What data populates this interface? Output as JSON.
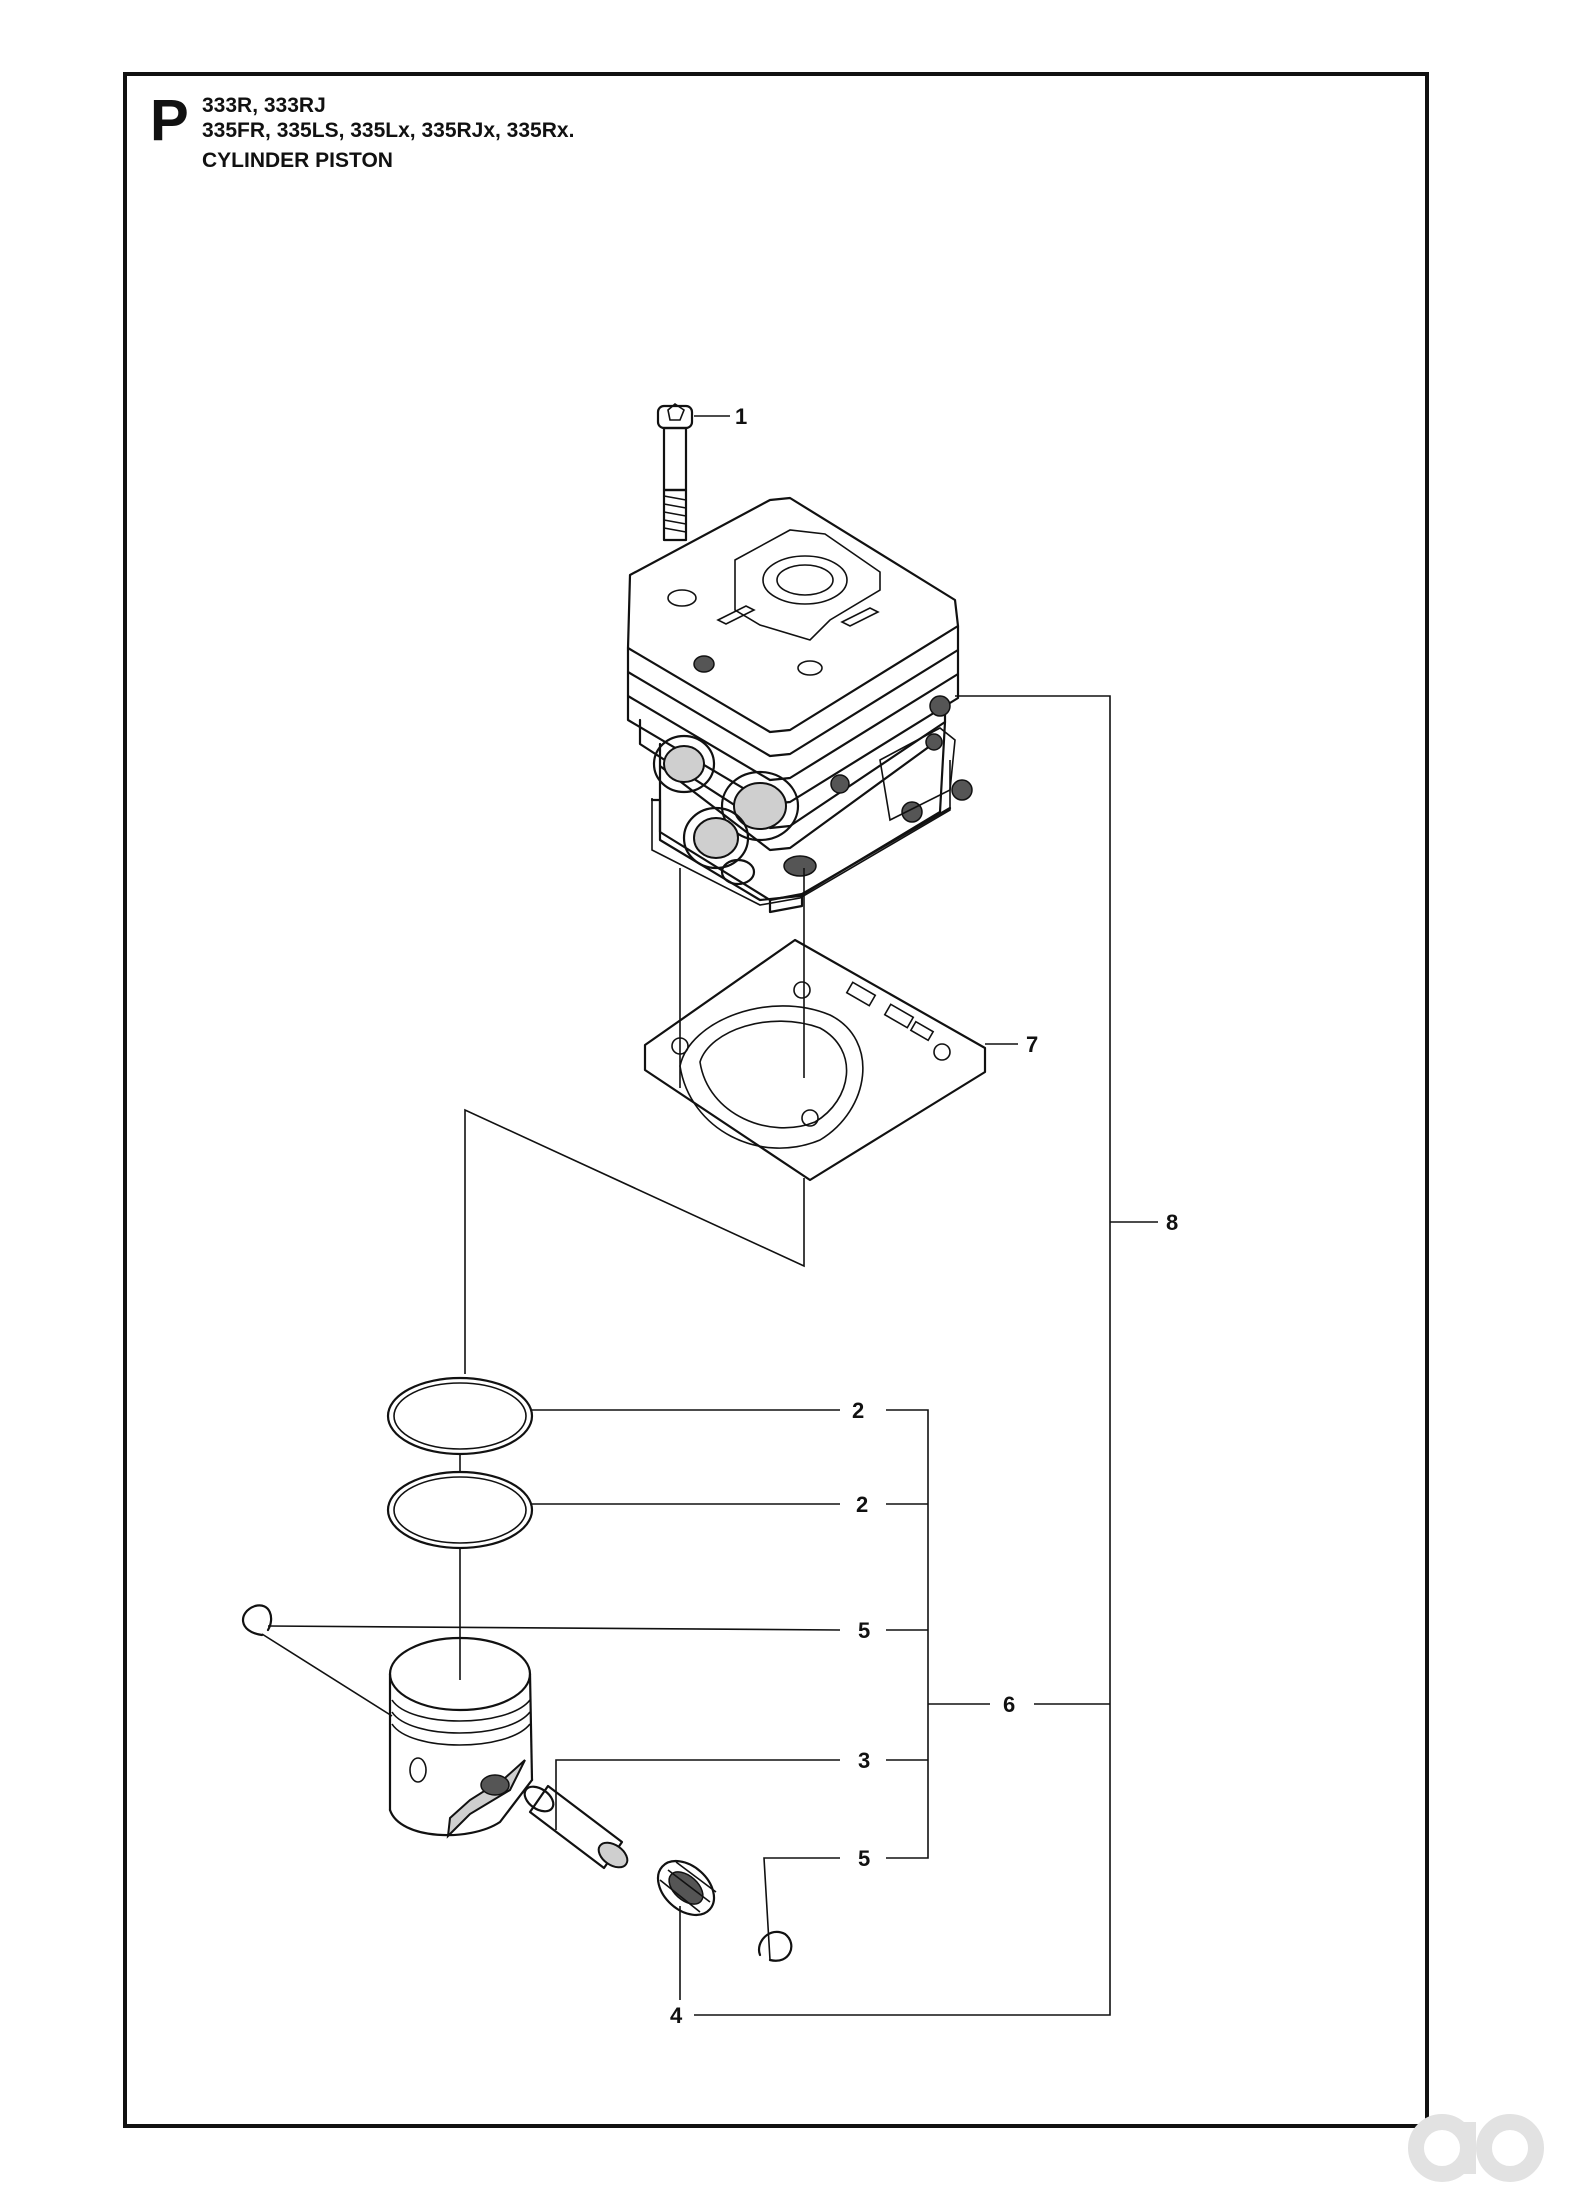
{
  "header": {
    "section_letter": "P",
    "models_line1": "333R, 333RJ",
    "models_line2": "335FR, 335LS, 335Lx, 335RJx, 335Rx.",
    "title": "CYLINDER PISTON"
  },
  "callouts": [
    {
      "id": "screw",
      "number": "1"
    },
    {
      "id": "piston-ring-upper",
      "number": "2"
    },
    {
      "id": "piston-ring-lower",
      "number": "2"
    },
    {
      "id": "piston-pin",
      "number": "3"
    },
    {
      "id": "needle-bearing",
      "number": "4"
    },
    {
      "id": "circlip-left",
      "number": "5"
    },
    {
      "id": "circlip-right",
      "number": "5"
    },
    {
      "id": "piston-kit",
      "number": "6"
    },
    {
      "id": "gasket",
      "number": "7"
    },
    {
      "id": "cylinder-assembly",
      "number": "8"
    }
  ]
}
